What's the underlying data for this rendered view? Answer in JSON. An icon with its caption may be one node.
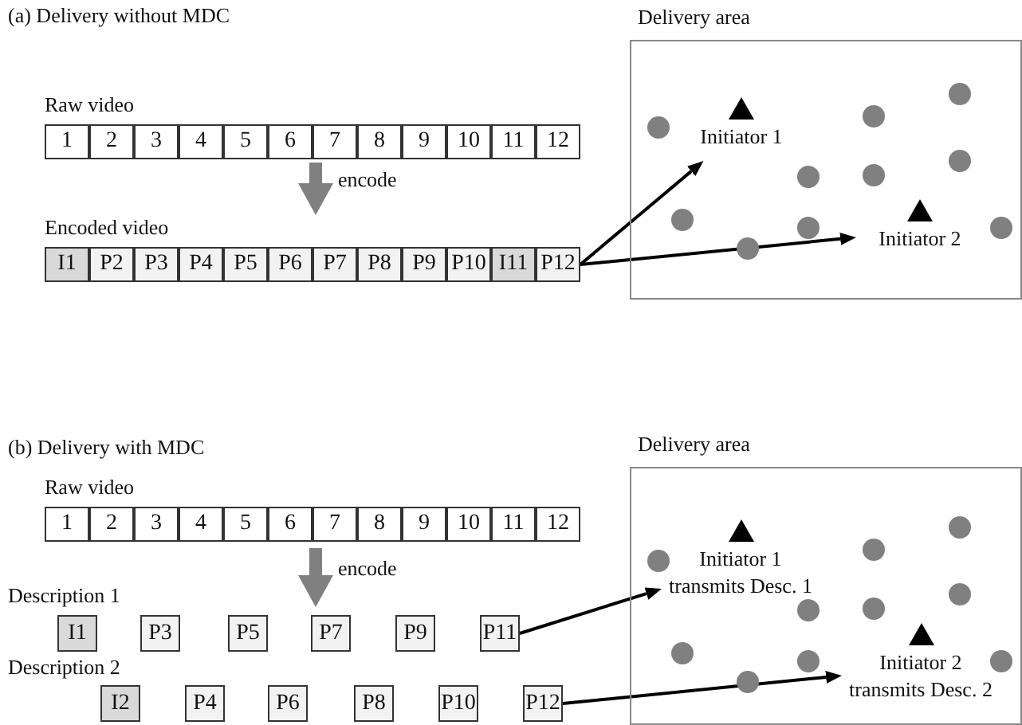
{
  "diagram": {
    "nodes": [
      {
        "text": [
          "Raw video"
        ]
      },
      {
        "text": [
          "1"
        ],
        "in": 0
      },
      {
        "text": [
          "2"
        ],
        "in": 0
      },
      {
        "text": [
          "3"
        ],
        "in": 0
      },
      {
        "text": [
          "4"
        ],
        "in": 0
      },
      {
        "text": [
          "5"
        ],
        "in": 0
      },
      {
        "text": [
          "6"
        ],
        "in": 0
      },
      {
        "text": [
          "7"
        ],
        "in": 0
      },
      {
        "text": [
          "8"
        ],
        "in": 0
      },
      {
        "text": [
          "9"
        ],
        "in": 0
      },
      {
        "text": [
          "10"
        ],
        "in": 0
      },
      {
        "text": [
          "11"
        ],
        "in": 0
      },
      {
        "text": [
          "12"
        ],
        "in": 0
      },
      {
        "text": [
          "Encoded video"
        ]
      },
      {
        "text": [
          "I1"
        ],
        "in": 13
      },
      {
        "text": [
          "P2"
        ],
        "in": 13
      },
      {
        "text": [
          "P3"
        ],
        "in": 13
      },
      {
        "text": [
          "P4"
        ],
        "in": 13
      },
      {
        "text": [
          "P5"
        ],
        "in": 13
      },
      {
        "text": [
          "P6"
        ],
        "in": 13
      },
      {
        "text": [
          "P7"
        ],
        "in": 13
      },
      {
        "text": [
          "P8"
        ],
        "in": 13
      },
      {
        "text": [
          "P9"
        ],
        "in": 13
      },
      {
        "text": [
          "P10"
        ],
        "in": 13
      },
      {
        "text": [
          "I11"
        ],
        "in": 13
      },
      {
        "text": [
          "P12"
        ],
        "in": 13
      },
      {
        "text": [
          "Delivery area"
        ]
      },
      {
        "text": [],
        "shape": "triangle",
        "beside": [
          "Initiator 1"
        ],
        "in": 26
      },
      {
        "text": [],
        "shape": "triangle",
        "beside": [
          "Initiator 2"
        ],
        "in": 26
      },
      {
        "text": [
          "Raw video"
        ]
      },
      {
        "text": [
          "1"
        ],
        "in": 29
      },
      {
        "text": [
          "2"
        ],
        "in": 29
      },
      {
        "text": [
          "3"
        ],
        "in": 29
      },
      {
        "text": [
          "4"
        ],
        "in": 29
      },
      {
        "text": [
          "5"
        ],
        "in": 29
      },
      {
        "text": [
          "6"
        ],
        "in": 29
      },
      {
        "text": [
          "7"
        ],
        "in": 29
      },
      {
        "text": [
          "8"
        ],
        "in": 29
      },
      {
        "text": [
          "9"
        ],
        "in": 29
      },
      {
        "text": [
          "10"
        ],
        "in": 29
      },
      {
        "text": [
          "11"
        ],
        "in": 29
      },
      {
        "text": [
          "12"
        ],
        "in": 29
      },
      {
        "text": [
          "I1"
        ]
      },
      {
        "text": [
          "P3"
        ]
      },
      {
        "text": [
          "P5"
        ]
      },
      {
        "text": [
          "P7"
        ]
      },
      {
        "text": [
          "P9"
        ]
      },
      {
        "text": [
          "P11"
        ]
      },
      {
        "text": [
          "I2"
        ]
      },
      {
        "text": [
          "P4"
        ]
      },
      {
        "text": [
          "P6"
        ]
      },
      {
        "text": [
          "P8"
        ]
      },
      {
        "text": [
          "P10"
        ]
      },
      {
        "text": [
          "P12"
        ]
      },
      {
        "text": [
          "Delivery area"
        ]
      },
      {
        "text": [],
        "shape": "triangle",
        "beside": [
          "Initiator 1 transmits Desc. 1"
        ],
        "in": 54
      },
      {
        "text": [],
        "shape": "triangle",
        "beside": [
          "Initiator 2 transmits Desc. 2"
        ],
        "in": 54
      }
    ],
    "edges": [
      {
        "from": 0,
        "to": 13,
        "arrow": "to",
        "label": "encode",
        "style": "thick",
        "color": "#808080"
      },
      {
        "from": 25,
        "to": 27,
        "arrow": "to"
      },
      {
        "from": 25,
        "to": 28,
        "arrow": "to"
      },
      {
        "from": 29,
        "to": null,
        "arrow": "to",
        "label": "encode",
        "style": "thick",
        "color": "#808080"
      },
      {
        "from": 47,
        "to": 55,
        "arrow": "to"
      },
      {
        "from": 53,
        "to": 56,
        "arrow": "to"
      }
    ],
    "labels": [
      "(a) Delivery without MDC",
      "(b) Delivery with MDC",
      "Description 1",
      "Description 2"
    ]
  }
}
